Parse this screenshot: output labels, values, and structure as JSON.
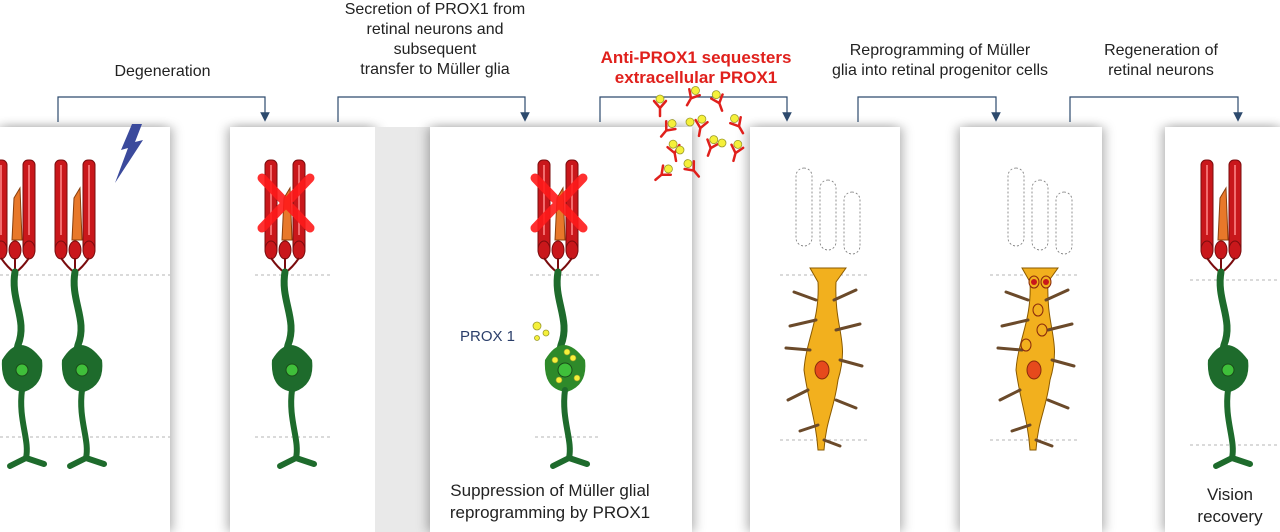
{
  "steps": [
    {
      "label": "Degeneration"
    },
    {
      "label": "Secretion of PROX1 from\nretinal neurons and\nsubsequent\ntransfer to Müller glia"
    },
    {
      "label": "Anti-PROX1 sequesters\nextracellular PROX1"
    },
    {
      "label": "Reprogramming of Müller\nglia into retinal progenitor cells"
    },
    {
      "label": "Regeneration of\nretinal neurons"
    }
  ],
  "protein_label": "PROX 1",
  "suppression_caption": "Suppression of Müller glial\nreprogramming by PROX1",
  "recovery_caption": "Vision\nrecovery",
  "colors": {
    "photoreceptor": "#c9171b",
    "cone": "#e8782a",
    "neuron": "#1e6b2c",
    "neuron_nucleus": "#3fbf3a",
    "glia": "#f2b01e",
    "glia_nucleus": "#e64a1c",
    "cross": "#ff1a1a",
    "antibody": "#e0201c",
    "antigen": "#f5f03a",
    "arrow": "#2d4a6d",
    "lightning": "#3b4a9c"
  }
}
